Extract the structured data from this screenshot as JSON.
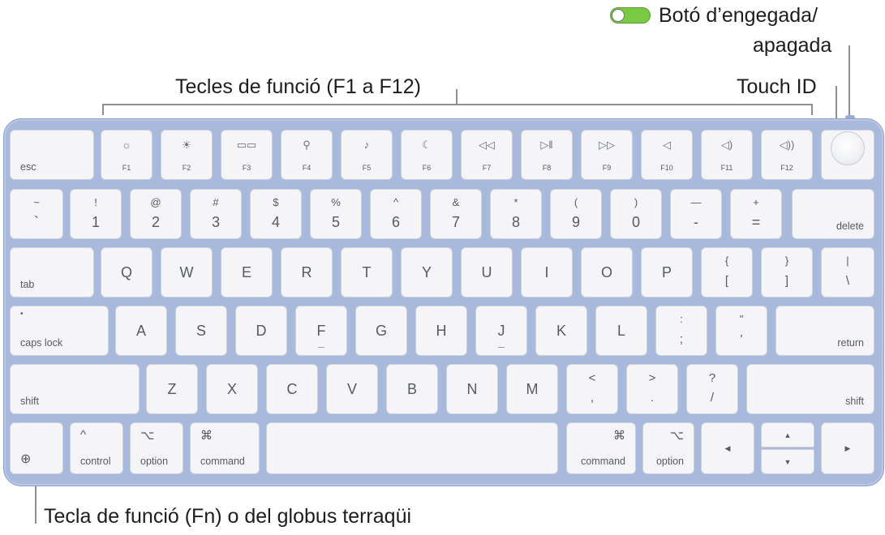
{
  "callouts": {
    "power_line1": "Botó d’engegada/",
    "power_line2": "apagada",
    "function_keys": "Tecles de funció (F1 a F12)",
    "touch_id": "Touch ID",
    "globe_key": "Tecla de funció (Fn) o del globus terraqüi"
  },
  "colors": {
    "keyboard_body": "#a8b9dc",
    "key_face": "#f5f5f7",
    "toggle_on": "#7ac943"
  },
  "keys": {
    "esc": "esc",
    "fn_row": [
      {
        "label": "F1",
        "icon": "brightness-down-icon",
        "glyph": "☼"
      },
      {
        "label": "F2",
        "icon": "brightness-up-icon",
        "glyph": "☀"
      },
      {
        "label": "F3",
        "icon": "mission-control-icon",
        "glyph": "▭▭"
      },
      {
        "label": "F4",
        "icon": "spotlight-search-icon",
        "glyph": "⚲"
      },
      {
        "label": "F5",
        "icon": "dictation-microphone-icon",
        "glyph": "♪"
      },
      {
        "label": "F6",
        "icon": "do-not-disturb-moon-icon",
        "glyph": "☾"
      },
      {
        "label": "F7",
        "icon": "rewind-icon",
        "glyph": "◁◁"
      },
      {
        "label": "F8",
        "icon": "play-pause-icon",
        "glyph": "▷‖"
      },
      {
        "label": "F9",
        "icon": "fast-forward-icon",
        "glyph": "▷▷"
      },
      {
        "label": "F10",
        "icon": "mute-icon",
        "glyph": "◁"
      },
      {
        "label": "F11",
        "icon": "volume-down-icon",
        "glyph": "◁)"
      },
      {
        "label": "F12",
        "icon": "volume-up-icon",
        "glyph": "◁))"
      }
    ],
    "number_row": [
      {
        "top": "~",
        "bot": "`"
      },
      {
        "top": "!",
        "bot": "1"
      },
      {
        "top": "@",
        "bot": "2"
      },
      {
        "top": "#",
        "bot": "3"
      },
      {
        "top": "$",
        "bot": "4"
      },
      {
        "top": "%",
        "bot": "5"
      },
      {
        "top": "^",
        "bot": "6"
      },
      {
        "top": "&",
        "bot": "7"
      },
      {
        "top": "*",
        "bot": "8"
      },
      {
        "top": "(",
        "bot": "9"
      },
      {
        "top": ")",
        "bot": "0"
      },
      {
        "top": "—",
        "bot": "-"
      },
      {
        "top": "+",
        "bot": "="
      }
    ],
    "delete": "delete",
    "tab": "tab",
    "qwerty_row": [
      "Q",
      "W",
      "E",
      "R",
      "T",
      "Y",
      "U",
      "I",
      "O",
      "P"
    ],
    "bracket_open": {
      "top": "{",
      "bot": "["
    },
    "bracket_close": {
      "top": "}",
      "bot": "]"
    },
    "backslash": {
      "top": "|",
      "bot": "\\"
    },
    "caps_lock": "caps lock",
    "caps_dot": "•",
    "home_row": [
      "A",
      "S",
      "D",
      "F",
      "G",
      "H",
      "J",
      "K",
      "L"
    ],
    "semicolon": {
      "top": ":",
      "bot": ";"
    },
    "quote": {
      "top": "\"",
      "bot": "'"
    },
    "return": "return",
    "shift": "shift",
    "bottom_row": [
      "Z",
      "X",
      "C",
      "V",
      "B",
      "N",
      "M"
    ],
    "comma": {
      "top": "<",
      "bot": ","
    },
    "period": {
      "top": ">",
      "bot": "."
    },
    "slash": {
      "top": "?",
      "bot": "/"
    },
    "globe_glyph": "⊕",
    "control": {
      "sym": "^",
      "label": "control"
    },
    "option": {
      "sym": "⌥",
      "label": "option"
    },
    "command": {
      "sym": "⌘",
      "label": "command"
    },
    "arrow_left": "◀",
    "arrow_up": "▲",
    "arrow_down": "▼",
    "arrow_right": "▶"
  }
}
